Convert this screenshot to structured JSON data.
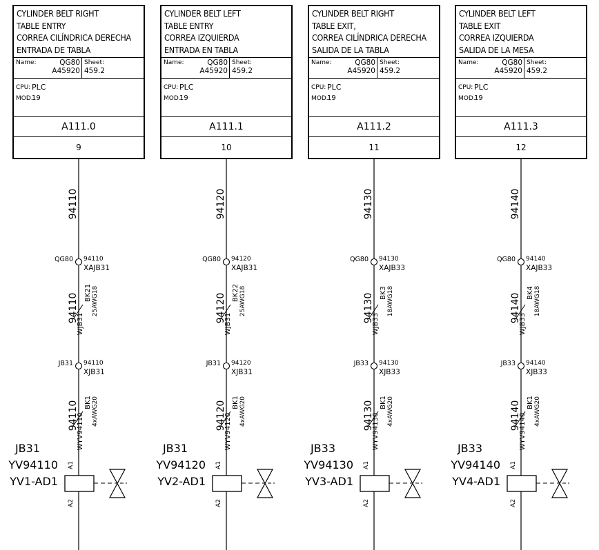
{
  "columns": [
    {
      "title": [
        "CYLINDER BELT RIGHT",
        "TABLE ENTRY",
        "CORREA CILÍNDRICA DERECHA",
        "ENTRADA DE TABLA"
      ],
      "name_label": "Name:",
      "name_value1": "QG80",
      "name_value2": "A45920",
      "sheet_label": "Sheet:",
      "sheet_value": "459.2",
      "cpu_label": "CPU:",
      "cpu_value": "PLC",
      "mod_label": "MOD.:",
      "mod_value": "19",
      "address": "A111.0",
      "column_number": "9",
      "wire_top": "94110",
      "term1_left": "QG80",
      "term1_num": "94110",
      "term1_strip": "XAJB31",
      "cable1_wire": "94110",
      "cable1_id": "WJB31",
      "cable1_color": "BK21",
      "cable1_spec": "25AWG18",
      "term2_left": "JB31",
      "term2_num": "94110",
      "term2_strip": "XJB31",
      "cable2_wire": "94110",
      "cable2_id": "WYV94110",
      "cable2_color": "BK1",
      "cable2_spec": "4xAWG20",
      "dev_box": "JB31",
      "dev_tag": "YV94110",
      "dev_name": "YV1-AD1",
      "pin_a1": "A1",
      "pin_a2": "A2"
    },
    {
      "title": [
        "CYLINDER BELT LEFT",
        "TABLE ENTRY",
        "CORREA IZQUIERDA",
        "ENTRADA EN TABLA"
      ],
      "name_label": "Name:",
      "name_value1": "QG80",
      "name_value2": "A45920",
      "sheet_label": "Sheet:",
      "sheet_value": "459.2",
      "cpu_label": "CPU:",
      "cpu_value": "PLC",
      "mod_label": "MOD.:",
      "mod_value": "19",
      "address": "A111.1",
      "column_number": "10",
      "wire_top": "94120",
      "term1_left": "QG80",
      "term1_num": "94120",
      "term1_strip": "XAJB31",
      "cable1_wire": "94120",
      "cable1_id": "WJB31",
      "cable1_color": "BK22",
      "cable1_spec": "25AWG18",
      "term2_left": "JB31",
      "term2_num": "94120",
      "term2_strip": "XJB31",
      "cable2_wire": "94120",
      "cable2_id": "WYV94120",
      "cable2_color": "BK1",
      "cable2_spec": "4xAWG20",
      "dev_box": "JB31",
      "dev_tag": "YV94120",
      "dev_name": "YV2-AD1",
      "pin_a1": "A1",
      "pin_a2": "A2"
    },
    {
      "title": [
        "CYLINDER BELT RIGHT",
        "TABLE EXIT,",
        "CORREA CILÍNDRICA DERECHA",
        "SALIDA DE LA TABLA"
      ],
      "name_label": "Name:",
      "name_value1": "QG80",
      "name_value2": "A45920",
      "sheet_label": "Sheet:",
      "sheet_value": "459.2",
      "cpu_label": "CPU:",
      "cpu_value": "PLC",
      "mod_label": "MOD.:",
      "mod_value": "19",
      "address": "A111.2",
      "column_number": "11",
      "wire_top": "94130",
      "term1_left": "QG80",
      "term1_num": "94130",
      "term1_strip": "XAJB33",
      "cable1_wire": "94130",
      "cable1_id": "WJB33",
      "cable1_color": "BK3",
      "cable1_spec": "18AWG18",
      "term2_left": "JB33",
      "term2_num": "94130",
      "term2_strip": "XJB33",
      "cable2_wire": "94130",
      "cable2_id": "WYV94130",
      "cable2_color": "BK1",
      "cable2_spec": "4xAWG20",
      "dev_box": "JB33",
      "dev_tag": "YV94130",
      "dev_name": "YV3-AD1",
      "pin_a1": "A1",
      "pin_a2": "A2"
    },
    {
      "title": [
        "CYLINDER BELT LEFT",
        "TABLE EXIT",
        "CORREA IZQUIERDA",
        "SALIDA DE LA MESA"
      ],
      "name_label": "Name:",
      "name_value1": "QG80",
      "name_value2": "A45920",
      "sheet_label": "Sheet:",
      "sheet_value": "459.2",
      "cpu_label": "CPU:",
      "cpu_value": "PLC",
      "mod_label": "MOD.:",
      "mod_value": "19",
      "address": "A111.3",
      "column_number": "12",
      "wire_top": "94140",
      "term1_left": "QG80",
      "term1_num": "94140",
      "term1_strip": "XAJB33",
      "cable1_wire": "94140",
      "cable1_id": "WJB33",
      "cable1_color": "BK4",
      "cable1_spec": "18AWG18",
      "term2_left": "JB33",
      "term2_num": "94140",
      "term2_strip": "XJB33",
      "cable2_wire": "94140",
      "cable2_id": "WYV94140",
      "cable2_color": "BK1",
      "cable2_spec": "4xAWG20",
      "dev_box": "JB33",
      "dev_tag": "YV94140",
      "dev_name": "YV4-AD1",
      "pin_a1": "A1",
      "pin_a2": "A2"
    }
  ]
}
